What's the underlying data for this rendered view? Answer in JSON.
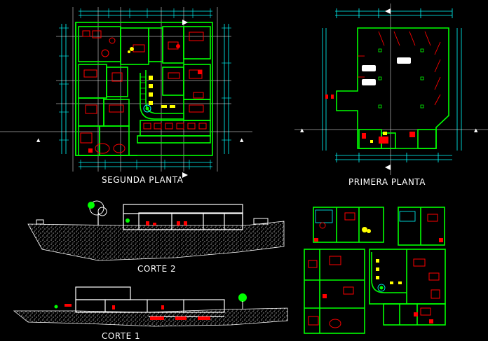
{
  "labels": {
    "segunda_planta": "SEGUNDA PLANTA",
    "primera_planta": "PRIMERA PLANTA",
    "corte_2": "CORTE  2",
    "corte_1": "CORTE  1"
  },
  "colors": {
    "background": "#000000",
    "walls": "#00ff00",
    "dimensions": "#00ffff",
    "furniture": "#ff0000",
    "accent": "#ffff00",
    "text": "#ffffff",
    "ground": "#ffffff"
  }
}
